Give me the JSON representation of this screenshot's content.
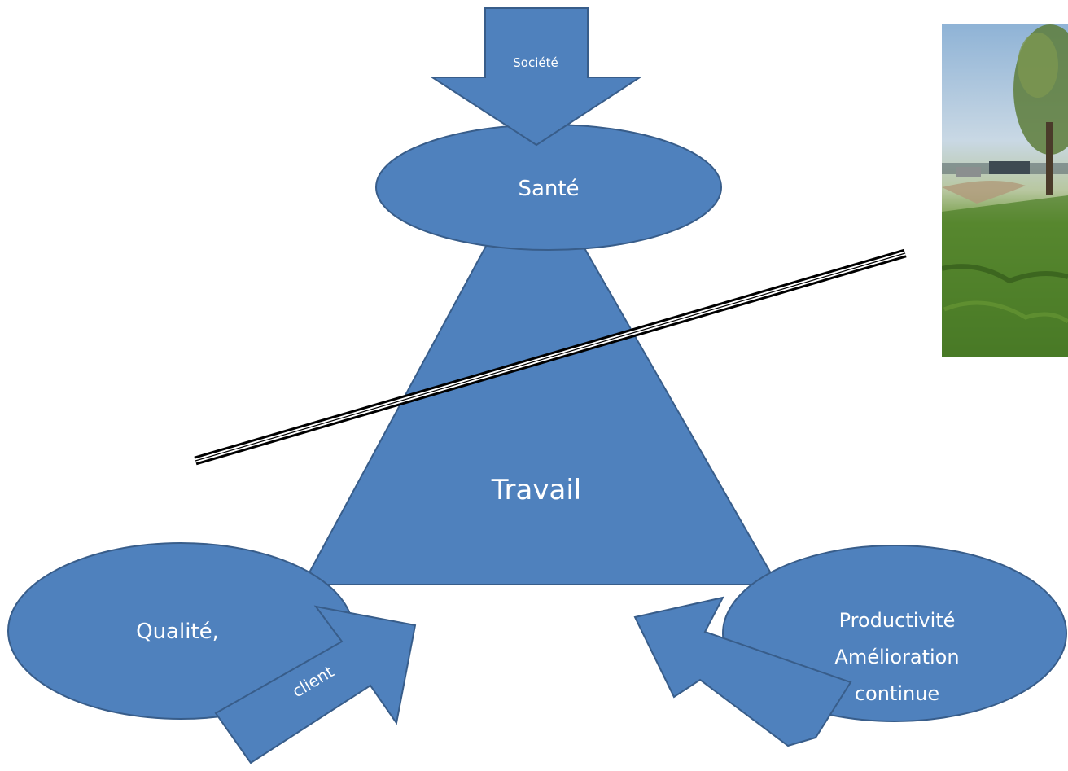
{
  "diagram": {
    "societe_arrow_label": "Société",
    "sante_label": "Santé",
    "travail_label": "Travail",
    "qualite_label": "Qualité,",
    "client_arrow_label": "client",
    "productivite_lines": [
      "Productivité",
      "Amélioration",
      "continue"
    ]
  },
  "colors": {
    "shape_fill": "#4f81bd",
    "shape_stroke": "#385d8a",
    "text": "#ffffff"
  },
  "photo": {
    "subject": "landscape-photo-tree-field"
  }
}
